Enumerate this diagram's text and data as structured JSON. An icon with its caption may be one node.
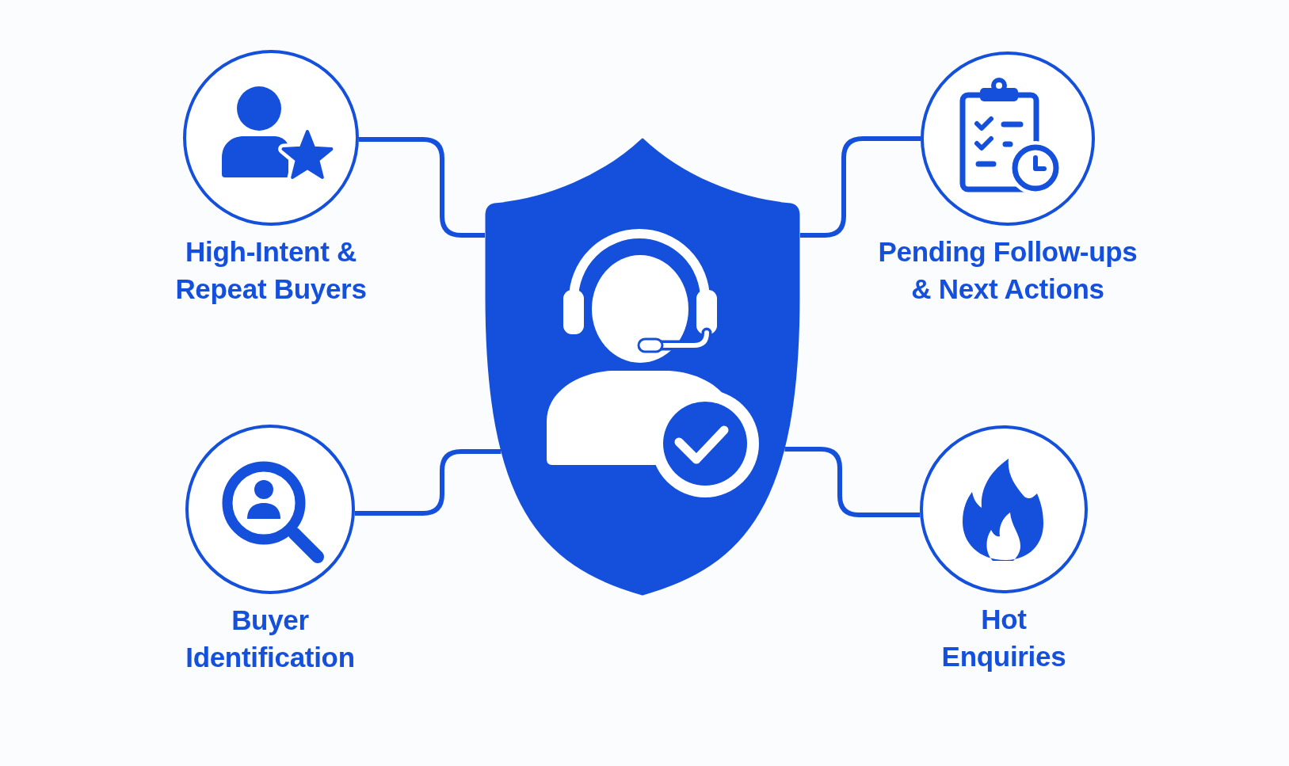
{
  "diagram": {
    "nodes": [
      {
        "text": [
          "High-Intent & Repeat Buyers"
        ]
      },
      {
        "text": [],
        "shape": "shield"
      },
      {
        "text": [
          "Pending Follow-ups & Next Actions"
        ]
      },
      {
        "text": [
          "Buyer Identification"
        ]
      },
      {
        "text": [
          "Hot Enquiries"
        ]
      }
    ],
    "edges": [
      {
        "from": 1,
        "to": 0,
        "arrow": "none"
      },
      {
        "from": 1,
        "to": 2,
        "arrow": "none"
      },
      {
        "from": 1,
        "to": 3,
        "arrow": "none"
      },
      {
        "from": 1,
        "to": 4,
        "arrow": "none"
      }
    ]
  }
}
